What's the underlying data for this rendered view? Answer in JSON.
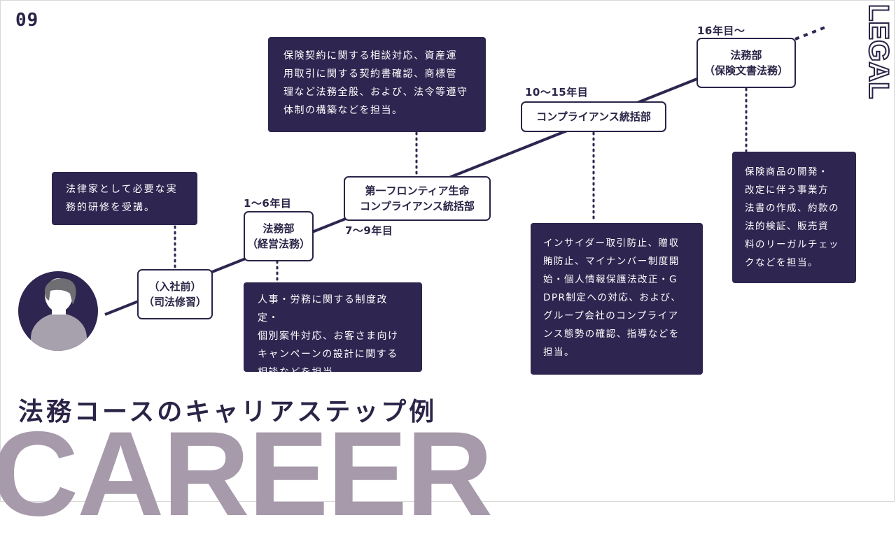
{
  "page_number": "09",
  "side_label": "LEGAL",
  "title": "法務コースのキャリアステップ例",
  "background_word": "CAREER",
  "colors": {
    "navy": "#2e2550",
    "accent_gray": "#a69aab"
  },
  "steps": [
    {
      "period": "",
      "department": [
        "（入社前）",
        "（司法修習）"
      ],
      "description": [
        "法律家として必要な実",
        "務的研修を受講。"
      ]
    },
    {
      "period": "1〜6年目",
      "department": [
        "法務部",
        "（経営法務）"
      ],
      "description": [
        "人事・労務に関する制度改定・",
        "個別案件対応、お客さま向け",
        "キャンペーンの設計に関する",
        "相談などを担当。"
      ]
    },
    {
      "period": "7〜9年目",
      "department": [
        "第一フロンティア生命",
        "コンプライアンス統括部"
      ],
      "description": [
        "保険契約に関する相談対応、資産運",
        "用取引に関する契約書確認、商標管",
        "理など法務全般、および、法令等遵守",
        "体制の構築などを担当。"
      ]
    },
    {
      "period": "10〜15年目",
      "department": [
        "コンプライアンス統括部"
      ],
      "description": [
        "インサイダー取引防止、贈収",
        "賄防止、マイナンバー制度開",
        "始・個人情報保護法改正・G",
        "DPR制定への対応、および、",
        "グループ会社のコンプライア",
        "ンス態勢の確認、指導などを",
        "担当。"
      ]
    },
    {
      "period": "16年目〜",
      "department": [
        "法務部",
        "（保険文書法務）"
      ],
      "description": [
        "保険商品の開発・",
        "改定に伴う事業方",
        "法書の作成、約款の",
        "法的検証、販売資",
        "料のリーガルチェッ",
        "クなどを担当。"
      ]
    }
  ]
}
